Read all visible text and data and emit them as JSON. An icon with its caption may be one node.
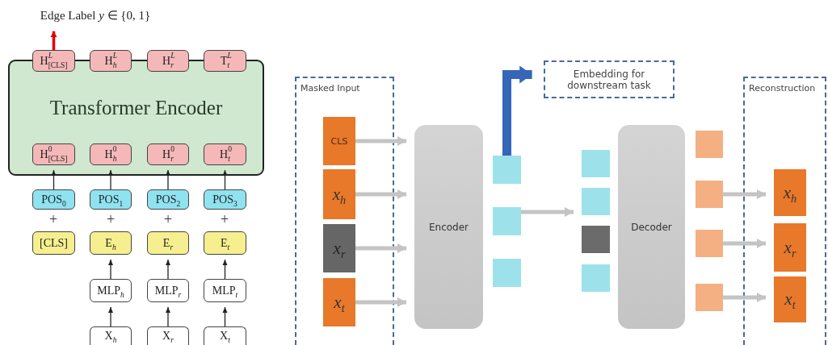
{
  "diagram": {
    "nodes": [
      {
        "text": [
          "Edge Label *y* ∈ {0, 1}"
        ]
      },
      {
        "text": [
          "Transformer Encoder"
        ]
      },
      {
        "text": [
          "H$^{L}$$_{[CLS]}$"
        ]
      },
      {
        "text": [
          "H$^{L}$$_{h}$"
        ]
      },
      {
        "text": [
          "H$^{L}$$_{r}$"
        ]
      },
      {
        "text": [
          "T$^{L}$$_{t}$"
        ]
      },
      {
        "text": [
          "H$^{0}$$_{[CLS]}$"
        ],
        "in": 1
      },
      {
        "text": [
          "H$^{0}$$_{h}$"
        ],
        "in": 1
      },
      {
        "text": [
          "H$^{0}$$_{r}$"
        ],
        "in": 1
      },
      {
        "text": [
          "H$^{0}$$_{t}$"
        ],
        "in": 1
      },
      {
        "text": [
          "POS$_{0}$"
        ]
      },
      {
        "text": [
          "POS$_{1}$"
        ]
      },
      {
        "text": [
          "POS$_{2}$"
        ]
      },
      {
        "text": [
          "POS$_{3}$"
        ]
      },
      {
        "text": [
          "[CLS]"
        ]
      },
      {
        "text": [
          "E$_{h}$"
        ]
      },
      {
        "text": [
          "E$_{r}$"
        ]
      },
      {
        "text": [
          "E$_{t}$"
        ]
      },
      {
        "text": [
          "MLP$_{h}$"
        ]
      },
      {
        "text": [
          "MLP$_{r}$"
        ]
      },
      {
        "text": [
          "MLP$_{t}$"
        ]
      },
      {
        "text": [
          "X$_{h}$"
        ]
      },
      {
        "text": [
          "X$_{r}$"
        ]
      },
      {
        "text": [
          "X$_{t}$"
        ]
      },
      {
        "text": [
          "Embedding for downstream task"
        ]
      },
      {
        "text": [
          "Masked Input"
        ]
      },
      {
        "text": [
          "CLS"
        ],
        "in": 25
      },
      {
        "text": [
          "x$_{h}$"
        ],
        "in": 25
      },
      {
        "text": [
          "x$_{r}$"
        ],
        "in": 25
      },
      {
        "text": [
          "x$_{t}$"
        ],
        "in": 25
      },
      {
        "text": [
          "Encoder"
        ]
      },
      {
        "text": [],
        "shape": "box"
      },
      {
        "text": [],
        "shape": "box"
      },
      {
        "text": [],
        "shape": "box"
      },
      {
        "text": [],
        "shape": "box"
      },
      {
        "text": [],
        "shape": "box"
      },
      {
        "text": [],
        "shape": "box"
      },
      {
        "text": [],
        "shape": "box"
      },
      {
        "text": [
          "Decoder"
        ]
      },
      {
        "text": [],
        "shape": "box"
      },
      {
        "text": [],
        "shape": "box"
      },
      {
        "text": [],
        "shape": "box"
      },
      {
        "text": [],
        "shape": "box"
      },
      {
        "text": [
          "Reconstruction"
        ]
      },
      {
        "text": [
          "x$_{h}$"
        ],
        "in": 43
      },
      {
        "text": [
          "x$_{r}$"
        ],
        "in": 43
      },
      {
        "text": [
          "x$_{t}$"
        ],
        "in": 43
      }
    ],
    "edges": [
      {
        "from": 2,
        "to": 0,
        "arrow": "to",
        "style": "thick",
        "color": "#e00000"
      },
      {
        "from": 10,
        "to": 6,
        "arrow": "to"
      },
      {
        "from": 11,
        "to": 7,
        "arrow": "to"
      },
      {
        "from": 12,
        "to": 8,
        "arrow": "to"
      },
      {
        "from": 13,
        "to": 9,
        "arrow": "to"
      },
      {
        "from": 18,
        "to": 15,
        "arrow": "to"
      },
      {
        "from": 19,
        "to": 16,
        "arrow": "to"
      },
      {
        "from": 20,
        "to": 17,
        "arrow": "to"
      },
      {
        "from": 21,
        "to": 18,
        "arrow": "to"
      },
      {
        "from": 22,
        "to": 19,
        "arrow": "to"
      },
      {
        "from": 23,
        "to": 20,
        "arrow": "to"
      },
      {
        "from": 26,
        "to": 30,
        "arrow": "to",
        "style": "thick",
        "color": "#c4c4c4"
      },
      {
        "from": 27,
        "to": 30,
        "arrow": "to",
        "style": "thick",
        "color": "#c4c4c4"
      },
      {
        "from": 28,
        "to": 30,
        "arrow": "to",
        "style": "thick",
        "color": "#c4c4c4"
      },
      {
        "from": 29,
        "to": 30,
        "arrow": "to",
        "style": "thick",
        "color": "#c4c4c4"
      },
      {
        "from": 31,
        "to": 24,
        "arrow": "to",
        "style": "thick",
        "color": "#3566b8"
      },
      {
        "from": 32,
        "to": 35,
        "arrow": "to",
        "style": "thick",
        "color": "#c4c4c4"
      },
      {
        "from": 40,
        "to": 44,
        "arrow": "to",
        "style": "thick",
        "color": "#c4c4c4"
      },
      {
        "from": 41,
        "to": 45,
        "arrow": "to",
        "style": "thick",
        "color": "#c4c4c4"
      },
      {
        "from": 42,
        "to": 46,
        "arrow": "to",
        "style": "thick",
        "color": "#c4c4c4"
      }
    ],
    "labels": [
      "+",
      "+",
      "+",
      "+"
    ]
  }
}
